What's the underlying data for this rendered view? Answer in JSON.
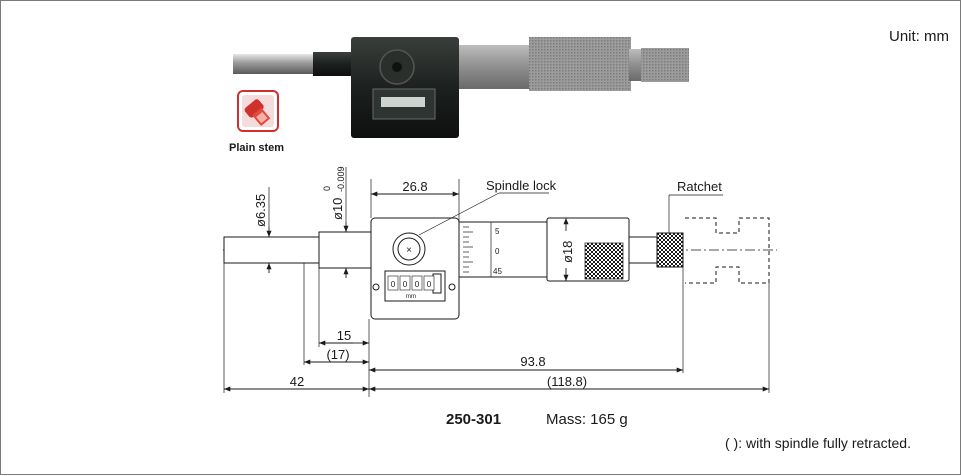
{
  "unit_label": "Unit: mm",
  "stem": {
    "label": "Plain stem",
    "icon": "plain-stem-icon",
    "accent": "#d0312d"
  },
  "callouts": {
    "spindle_lock": "Spindle lock",
    "ratchet": "Ratchet"
  },
  "diameters": {
    "spindle": "ø6.35",
    "stem": "ø10",
    "stem_tol_upper": "0",
    "stem_tol_lower": "-0.009",
    "thimble": "ø18"
  },
  "dimensions": {
    "counter_width": "26.8",
    "stem_length": "15",
    "stem_length_retracted": "(17)",
    "body_length": "93.8",
    "spindle_length": "42",
    "overall_retracted": "(118.8)"
  },
  "thimble_scale": [
    "5",
    "0",
    "45"
  ],
  "counter": {
    "digits": [
      "0",
      "0",
      "0",
      "0"
    ],
    "unit": "mm"
  },
  "footer": {
    "model": "250-301",
    "mass": "Mass: 165 g",
    "note": "(   ): with spindle fully retracted."
  }
}
